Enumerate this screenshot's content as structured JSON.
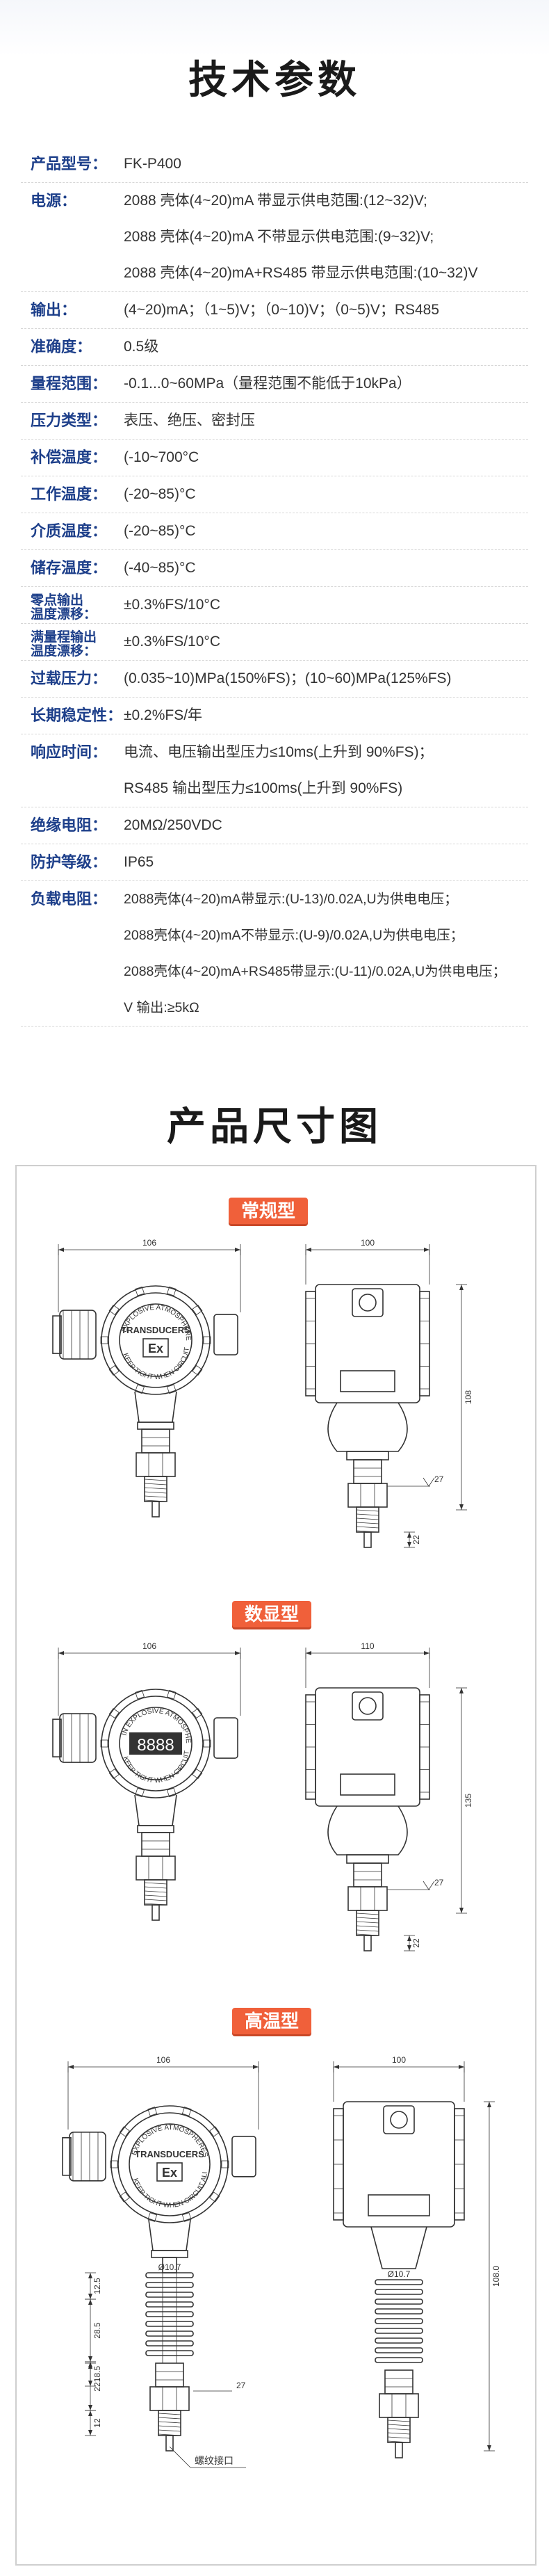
{
  "spec_title": "技术参数",
  "specs": [
    {
      "label": "产品型号：",
      "lines": [
        "FK-P400"
      ]
    },
    {
      "label": "电源：",
      "lines": [
        "2088 壳体(4~20)mA 带显示供电范围:(12~32)V;",
        "2088 壳体(4~20)mA 不带显示供电范围:(9~32)V;",
        "2088 壳体(4~20)mA+RS485 带显示供电范围:(10~32)V"
      ]
    },
    {
      "label": "输出：",
      "lines": [
        "(4~20)mA；（1~5)V；（0~10)V；（0~5)V；RS485"
      ]
    },
    {
      "label": "准确度：",
      "lines": [
        "0.5级"
      ]
    },
    {
      "label": "量程范围：",
      "lines": [
        "-0.1...0~60MPa（量程范围不能低于10kPa）"
      ]
    },
    {
      "label": "压力类型：",
      "lines": [
        "表压、绝压、密封压"
      ]
    },
    {
      "label": "补偿温度：",
      "lines": [
        "(-10~700°C"
      ]
    },
    {
      "label": "工作温度：",
      "lines": [
        "(-20~85)°C"
      ]
    },
    {
      "label": "介质温度：",
      "lines": [
        "(-20~85)°C"
      ]
    },
    {
      "label": "储存温度：",
      "lines": [
        "(-40~85)°C"
      ]
    },
    {
      "label": "零点输出温度漂移：",
      "label_lines": [
        "零点输出",
        "温度漂移："
      ],
      "lines": [
        "±0.3%FS/10°C"
      ]
    },
    {
      "label": "满量程输出温度漂移：",
      "label_lines": [
        "满量程输出",
        "温度漂移："
      ],
      "lines": [
        "±0.3%FS/10°C"
      ]
    },
    {
      "label": "过载压力：",
      "lines": [
        "(0.035~10)MPa(150%FS)；(10~60)MPa(125%FS)"
      ]
    },
    {
      "label": "长期稳定性：",
      "lines": [
        "±0.2%FS/年"
      ]
    },
    {
      "label": "响应时间：",
      "lines": [
        "电流、电压输出型压力≤10ms(上升到 90%FS)；",
        "RS485 输出型压力≤100ms(上升到 90%FS)"
      ]
    },
    {
      "label": "绝缘电阻：",
      "lines": [
        "20MΩ/250VDC"
      ]
    },
    {
      "label": "防护等级：",
      "lines": [
        "IP65"
      ]
    },
    {
      "label": "负载电阻：",
      "lines": [
        "2088壳体(4~20)mA带显示:(U-13)/0.02A,U为供电电压；",
        "2088壳体(4~20)mA不带显示:(U-9)/0.02A,U为供电电压；",
        "2088壳体(4~20)mA+RS485带显示:(U-11)/0.02A,U为供电电压；",
        "V 输出:≥5kΩ"
      ]
    }
  ],
  "dims_title": "产品尺寸图",
  "drawings": [
    {
      "name": "常规型",
      "front_width": "106",
      "side_width": "100",
      "height": "108",
      "small_dims": [
        "27",
        "22"
      ],
      "dial_text": [
        "TRANSDUCERS",
        "Ex",
        "EXPLOSIVE ATMOSPHERES",
        "KEEP TIGHT WHEN CIRCUIT ALIVE"
      ],
      "display": false
    },
    {
      "name": "数显型",
      "front_width": "106",
      "side_width": "110",
      "height": "135",
      "small_dims": [
        "27",
        "22"
      ],
      "dial_text": [
        "IN EXPLOSIVE ATMOSPHERES",
        "KEEP TIGHT WHEN CIRCUIT ALIVE"
      ],
      "display": true
    },
    {
      "name": "高温型",
      "front_width": "106",
      "side_width": "100",
      "height": "108.0",
      "small_dims": [
        "Ø10.7",
        "12.5",
        "28.5",
        "18.5",
        "22",
        "12",
        "27",
        "Ø10.7"
      ],
      "callout": "螺纹接口",
      "dial_text": [
        "TRANSDUCERS",
        "Ex",
        "EXPLOSIVE ATMOSPHERES",
        "KEEP TIGHT WHEN CIRCUIT ALIVE"
      ],
      "display": false
    }
  ],
  "colors": {
    "label": "#1d3f8a",
    "tag": "#f0603a",
    "line": "#333333"
  }
}
